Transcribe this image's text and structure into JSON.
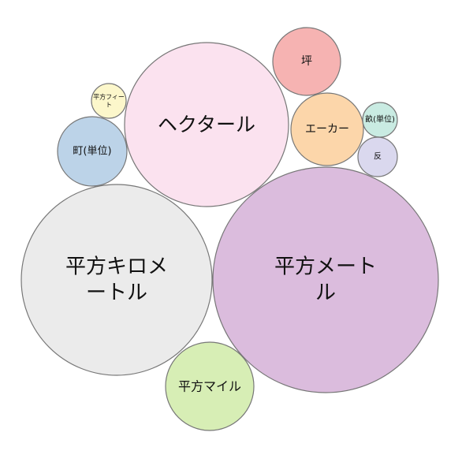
{
  "diagram": {
    "type": "packed-bubbles",
    "bubbles": [
      {
        "key": "sqm",
        "label": "平方メートル",
        "lines": [
          "平方メート",
          "ル"
        ],
        "color": "#dbbcdd"
      },
      {
        "key": "sqkm",
        "label": "平方キロメートル",
        "lines": [
          "平方キロメ",
          "ートル"
        ],
        "color": "#ebebeb"
      },
      {
        "key": "ha",
        "label": "ヘクタール",
        "lines": [
          "ヘクタール"
        ],
        "color": "#fbe2ef"
      },
      {
        "key": "sqmi",
        "label": "平方マイル",
        "lines": [
          "平方マイル"
        ],
        "color": "#d7eeb5"
      },
      {
        "key": "acre",
        "label": "エーカー",
        "lines": [
          "エーカー"
        ],
        "color": "#fcd6aa"
      },
      {
        "key": "tsubo",
        "label": "坪",
        "lines": [
          "坪"
        ],
        "color": "#f6b3b2"
      },
      {
        "key": "cho",
        "label": "町(単位)",
        "lines": [
          "町(単位)"
        ],
        "color": "#bcd3e8"
      },
      {
        "key": "se",
        "label": "畝(単位)",
        "lines": [
          "畝(単位)"
        ],
        "color": "#c9ebe2"
      },
      {
        "key": "tan",
        "label": "反",
        "lines": [
          "反"
        ],
        "color": "#dad8ee"
      },
      {
        "key": "sqft",
        "label": "平方フィート",
        "lines": [
          "平方フィー",
          "ト"
        ],
        "color": "#fcf7cb"
      }
    ]
  }
}
